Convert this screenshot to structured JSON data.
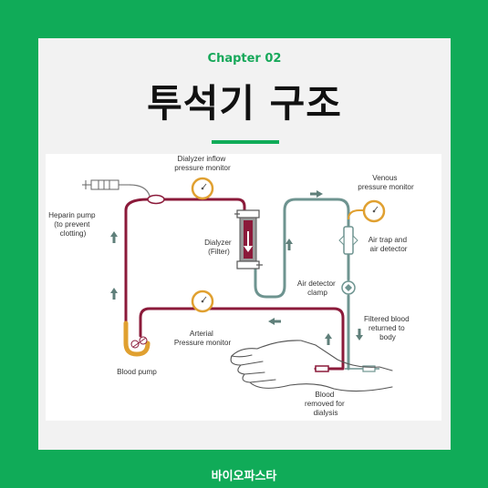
{
  "header": {
    "chapter": "Chapter 02",
    "title": "투석기 구조"
  },
  "diagram": {
    "labels": {
      "dialyzer_inflow": [
        "Dialyzer inflow",
        "pressure monitor"
      ],
      "venous": [
        "Venous",
        "pressure monitor"
      ],
      "heparin": [
        "Heparin pump",
        "(to prevent",
        "clotting)"
      ],
      "dialyzer": [
        "Dialyzer",
        "(Filter)"
      ],
      "air_trap": [
        "Air trap and",
        "air detector"
      ],
      "air_clamp": [
        "Air detector",
        "clamp"
      ],
      "filtered": [
        "Filtered blood",
        "returned to",
        "body"
      ],
      "arterial": [
        "Arterial",
        "Pressure monitor"
      ],
      "blood_pump": [
        "Blood pump"
      ],
      "removed": [
        "Blood",
        "removed for",
        "dialysis"
      ]
    }
  },
  "footer": {
    "brand": "바이오파스타"
  },
  "colors": {
    "background": "#10ab58",
    "arterial_line": "#8b1a3a",
    "venous_line": "#6e9490",
    "gauge": "#e0a030",
    "arrow": "#5f7f7a"
  }
}
